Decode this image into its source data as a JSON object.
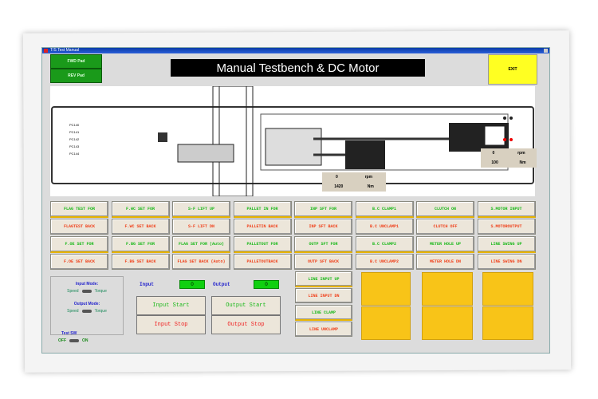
{
  "window": {
    "title": "T/S Test Manual"
  },
  "header": {
    "top_buttons": [
      "FWD Pad",
      "REV Pad"
    ],
    "title": "Manual Testbench & DC Motor",
    "exit_label": "EXIT"
  },
  "diagram": {
    "sensors_left": [
      "PC140",
      "PC141",
      "PC142",
      "PC143",
      "PC144"
    ],
    "readout1": {
      "speed": "0",
      "speed_unit": "rpm",
      "torque": "1420",
      "torque_unit": "Nm"
    },
    "readout2": {
      "speed": "0",
      "speed_unit": "rpm",
      "torque": "100",
      "torque_unit": "Nm"
    }
  },
  "buttons": [
    [
      {
        "t": "FLAG TEST FOR",
        "c": "g"
      },
      {
        "t": "F.WC SET FOR",
        "c": "g"
      },
      {
        "t": "S-F LIFT UP",
        "c": "g"
      },
      {
        "t": "PALLET IN FOR",
        "c": "g"
      },
      {
        "t": "INP SFT FOR",
        "c": "g"
      },
      {
        "t": "B.C CLAMP1",
        "c": "g"
      },
      {
        "t": "CLUTCH ON",
        "c": "g"
      },
      {
        "t": "S.MOTOR INPUT",
        "c": "g"
      }
    ],
    [
      {
        "t": "FLAGTEST BACK",
        "c": "r"
      },
      {
        "t": "F.WC SET BACK",
        "c": "r"
      },
      {
        "t": "S-F LIFT DN",
        "c": "r"
      },
      {
        "t": "PALLETIN BACK",
        "c": "r"
      },
      {
        "t": "INP SFT BACK",
        "c": "r"
      },
      {
        "t": "B.C UNCLAMP1",
        "c": "r"
      },
      {
        "t": "CLUTCH OFF",
        "c": "r"
      },
      {
        "t": "S.MOTOROUTPUT",
        "c": "r"
      }
    ],
    [
      {
        "t": "F.OE SET FOR",
        "c": "g"
      },
      {
        "t": "F.BG SET FOR",
        "c": "g"
      },
      {
        "t": "FLAG SET FOR (Auto)",
        "c": "g"
      },
      {
        "t": "PALLETOUT FOR",
        "c": "g"
      },
      {
        "t": "OUTP SFT FOR",
        "c": "g"
      },
      {
        "t": "B.C CLAMP2",
        "c": "g"
      },
      {
        "t": "METER HOLE UP",
        "c": "g"
      },
      {
        "t": "LINE SWING UP",
        "c": "g"
      }
    ],
    [
      {
        "t": "F.OE SET BACK",
        "c": "r"
      },
      {
        "t": "F.BG SET BACK",
        "c": "r"
      },
      {
        "t": "FLAG SET BACK (Auto)",
        "c": "r"
      },
      {
        "t": "PALLETOUTBACK",
        "c": "r"
      },
      {
        "t": "OUTP SFT BACK",
        "c": "r"
      },
      {
        "t": "B.C UNCLAMP2",
        "c": "r"
      },
      {
        "t": "METER HOLE DN",
        "c": "r"
      },
      {
        "t": "LINE SWING DN",
        "c": "r"
      }
    ]
  ],
  "mode": {
    "input_title": "Input Mode:",
    "output_title": "Output Mode:",
    "speed": "Speed",
    "torque": "Torque",
    "test_sw": "Test SW",
    "off": "OFF",
    "on": "ON"
  },
  "io": {
    "input_label": "Input",
    "input_value": "0",
    "output_label": "Output",
    "output_value": "0",
    "input_start": "Input Start",
    "output_start": "Output Start",
    "input_stop": "Input Stop",
    "output_stop": "Output Stop"
  },
  "line_buttons": [
    {
      "t": "LINE INPUT UP",
      "c": "g"
    },
    {
      "t": "LINE INPUT DN",
      "c": "r"
    },
    {
      "t": "LINE CLAMP",
      "c": "g"
    },
    {
      "t": "LINE UNCLAMP",
      "c": "r"
    }
  ]
}
